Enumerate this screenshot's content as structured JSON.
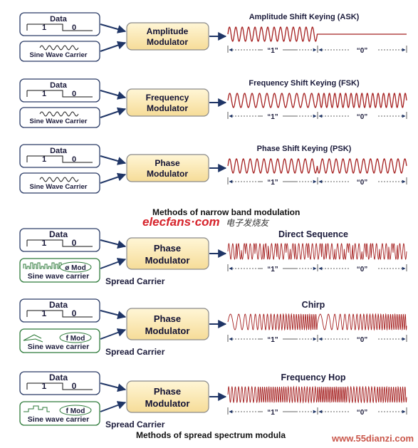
{
  "sections": [
    {
      "kind": "narrow",
      "data_label": "Data",
      "bit1": "1",
      "bit0": "0",
      "carrier_label": "Sine Wave Carrier",
      "modulator": [
        "Amplitude",
        "Modulator"
      ],
      "title": "Amplitude Shift Keying (ASK)",
      "q1": "“1”",
      "q0": "“0”",
      "wave": "ask"
    },
    {
      "kind": "narrow",
      "data_label": "Data",
      "bit1": "1",
      "bit0": "0",
      "carrier_label": "Sine Wave Carrier",
      "modulator": [
        "Frequency",
        "Modulator"
      ],
      "title": "Frequency Shift Keying (FSK)",
      "q1": "“1”",
      "q0": "“0”",
      "wave": "fsk"
    },
    {
      "kind": "narrow",
      "data_label": "Data",
      "bit1": "1",
      "bit0": "0",
      "carrier_label": "Sine Wave Carrier",
      "modulator": [
        "Phase",
        "Modulator"
      ],
      "title": "Phase Shift Keying (PSK)",
      "q1": "“1”",
      "q0": "“0”",
      "wave": "psk"
    },
    {
      "kind": "spread",
      "data_label": "Data",
      "bit1": "1",
      "bit0": "0",
      "carrier_label": "Sine wave carrier",
      "mod_label": "ø Mod",
      "spread_label": "Spread Carrier",
      "modulator": [
        "Phase",
        "Modulator"
      ],
      "title": "Direct Sequence",
      "q1": "“1”",
      "q0": "“0”",
      "wave": "ds",
      "icon": "square"
    },
    {
      "kind": "spread",
      "data_label": "Data",
      "bit1": "1",
      "bit0": "0",
      "carrier_label": "Sine wave carrier",
      "mod_label": "f Mod",
      "spread_label": "Spread Carrier",
      "modulator": [
        "Phase",
        "Modulator"
      ],
      "title": "Chirp",
      "q1": "“1”",
      "q0": "“0”",
      "wave": "chirp",
      "icon": "chirp"
    },
    {
      "kind": "spread",
      "data_label": "Data",
      "bit1": "1",
      "bit0": "0",
      "carrier_label": "Sine wave carrier",
      "mod_label": "f Mod",
      "spread_label": "Spread Carrier",
      "modulator": [
        "Phase",
        "Modulator"
      ],
      "title": "Frequency Hop",
      "q1": "“1”",
      "q0": "“0”",
      "wave": "hop",
      "icon": "steps"
    }
  ],
  "captions": {
    "narrow": "Methods of narrow band modulation",
    "spread": "Methods of spread spectrum modula"
  },
  "watermarks": {
    "elecfans": "elecfans·com",
    "elecfans_cn": "电子发烧友",
    "site": "www.55dianzi.com"
  },
  "colors": {
    "box_fill": "#fbeab8",
    "box_stroke": "#8a8a8a",
    "arrow": "#1f3566",
    "wave_narrow": "#a52020",
    "wave_spread": "#a52020",
    "green": "#2e7a3a",
    "elecfans": "#d6222a"
  }
}
